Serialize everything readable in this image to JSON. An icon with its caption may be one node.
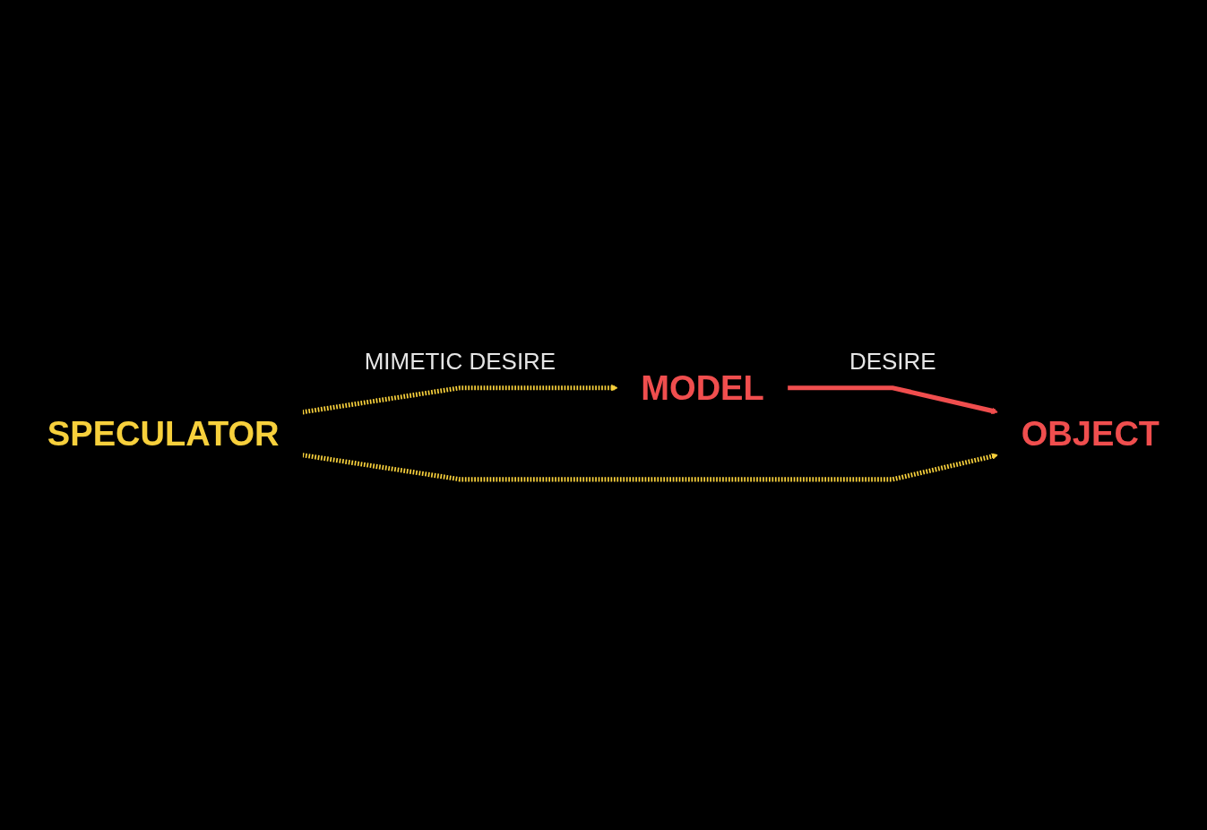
{
  "diagram": {
    "nodes": [
      {
        "text": [
          "MODEL"
        ]
      },
      {
        "text": [
          "SPECULATOR"
        ]
      },
      {
        "text": [
          "OBJECT"
        ]
      }
    ],
    "edges": [
      {
        "from": 1,
        "to": 0,
        "arrow": "to",
        "label": "MIMETIC DESIRE",
        "style": "dashed"
      },
      {
        "from": 0,
        "to": 2,
        "arrow": "to",
        "label": "DESIRE",
        "color": "#f04e4e"
      },
      {
        "from": 1,
        "to": 2,
        "arrow": "to",
        "style": "dashed"
      }
    ]
  }
}
